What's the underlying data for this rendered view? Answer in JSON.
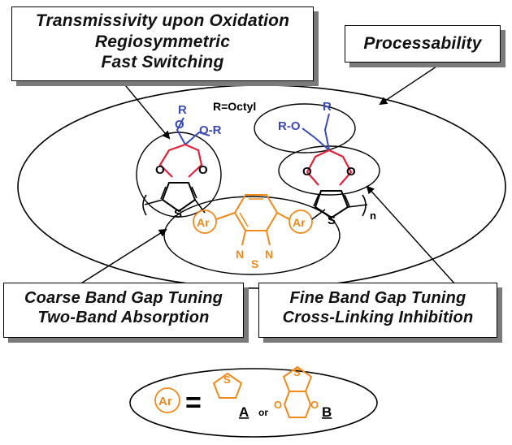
{
  "callouts": {
    "top_left": [
      "Transmissivity upon Oxidation",
      "Regiosymmetric",
      "Fast Switching"
    ],
    "top_right": [
      "Processability"
    ],
    "bottom_left": [
      "Coarse Band Gap Tuning",
      "Two-Band Absorption"
    ],
    "bottom_right": [
      "Fine Band Gap Tuning",
      "Cross-Linking Inhibition"
    ]
  },
  "structure": {
    "r_definition": "R=Octyl",
    "left_o": "O",
    "left_r": "R",
    "left_or": "O-R",
    "right_r_top": "R",
    "right_ro": "R-O",
    "ring_o": "O",
    "thiophene_s": "S",
    "ar": "Ar",
    "btd_n": "N",
    "btd_s": "S",
    "subscript_n": "n"
  },
  "legend": {
    "ar": "Ar",
    "equals": "=",
    "option_a": "A",
    "or": "or",
    "option_b": "B",
    "s": "S",
    "o": "O"
  },
  "colors": {
    "blue": "#3b4bb5",
    "red": "#e0233a",
    "orange": "#f08a1c",
    "black": "#000000",
    "shadow": "#7a7a7a"
  }
}
